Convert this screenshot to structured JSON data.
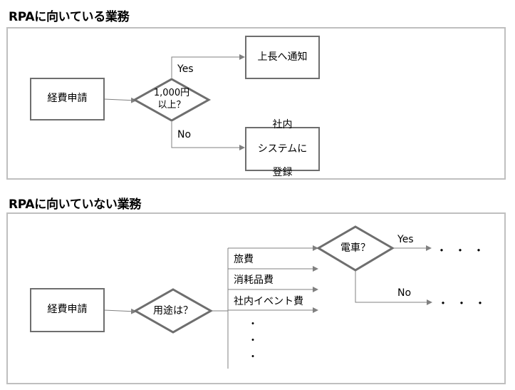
{
  "section1": {
    "title": "RPAに向いている業務",
    "start_box": "経費申請",
    "decision_line1": "1,000円",
    "decision_line2": "以上？",
    "yes_label": "Yes",
    "no_label": "No",
    "yes_box": "上長へ通知",
    "no_box_line1": "社内",
    "no_box_line2": "システムに",
    "no_box_line3": "登録"
  },
  "section2": {
    "title": "RPAに向いていない業務",
    "start_box": "経費申請",
    "decision": "用途は？",
    "branches": [
      "旅費",
      "消耗品費",
      "社内イベント費"
    ],
    "ellipsis_vertical": [
      "・",
      "・",
      "・"
    ],
    "sub_decision": "電車？",
    "yes_label": "Yes",
    "no_label": "No",
    "yes_ellipsis": "・・・",
    "no_ellipsis": "・・・"
  },
  "colors": {
    "border": "#bfbfbf",
    "shape": "#6e6e6e",
    "line": "#808080"
  }
}
